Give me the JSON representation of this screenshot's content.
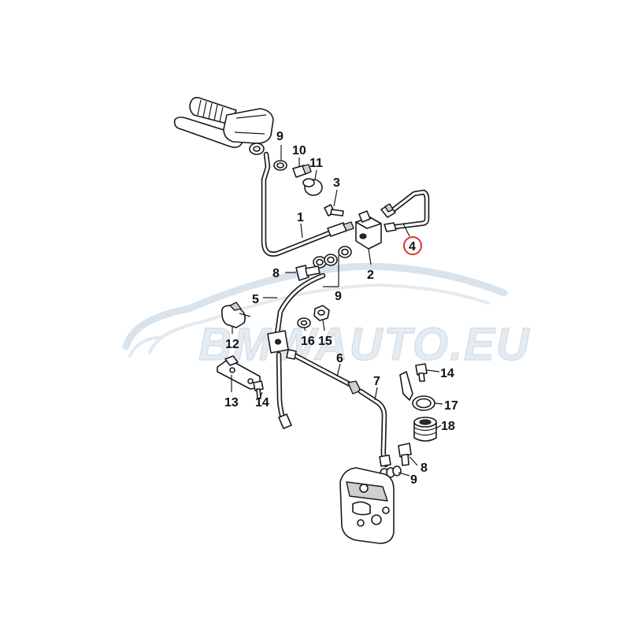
{
  "watermark": "BMWAUTO.EU",
  "highlight_color": "#e0302a",
  "highlighted_part": "4",
  "part_labels": {
    "p1": "1",
    "p2": "2",
    "p3": "3",
    "p4": "4",
    "p5": "5",
    "p6": "6",
    "p7": "7",
    "p8a": "8",
    "p8b": "8",
    "p9a": "9",
    "p9b": "9",
    "p9c": "9",
    "p10": "10",
    "p11": "11",
    "p12": "12",
    "p13": "13",
    "p14a": "14",
    "p14b": "14",
    "p15": "15",
    "p16": "16",
    "p17": "17",
    "p18": "18"
  }
}
